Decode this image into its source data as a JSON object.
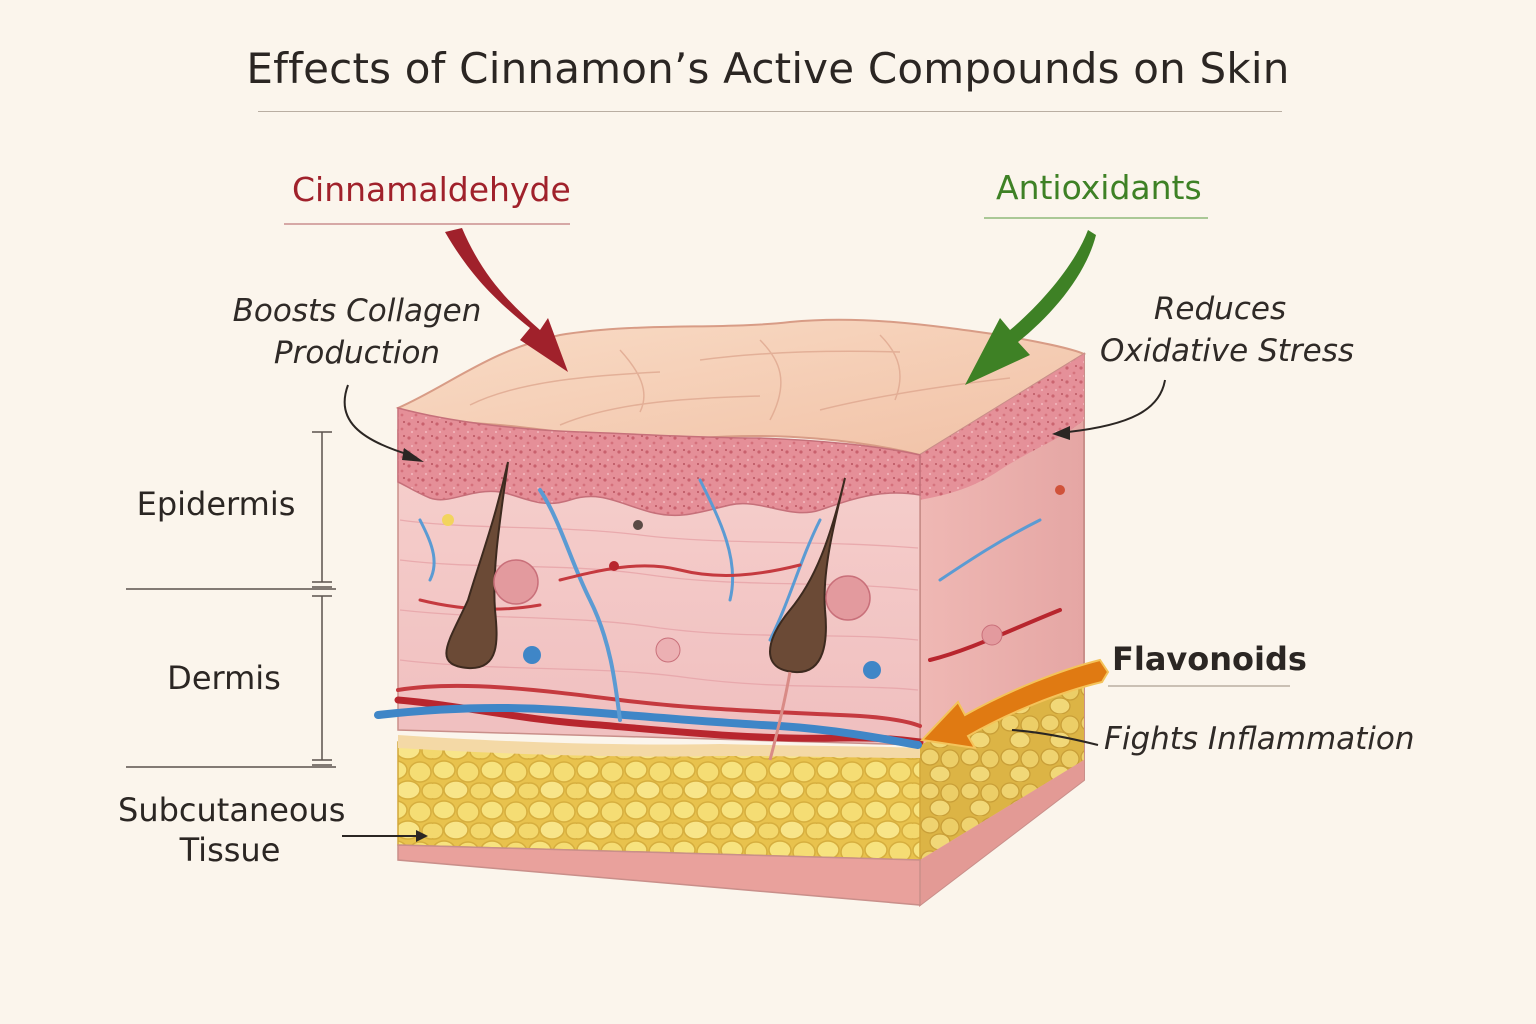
{
  "title": "Effects of Cinnamon’s Active Compounds on Skin",
  "compounds": {
    "cinnamaldehyde": {
      "name": "Cinnamaldehyde",
      "effect_line1": "Boosts Collagen",
      "effect_line2": "Production",
      "color": "#a0212b"
    },
    "antioxidants": {
      "name": "Antioxidants",
      "effect_line1": "Reduces",
      "effect_line2": "Oxidative Stress",
      "color": "#3e8125"
    },
    "flavonoids": {
      "name": "Flavonoids",
      "effect_line1": "Fights Inflammation",
      "color": "#e07a12"
    }
  },
  "layers": {
    "epidermis": "Epidermis",
    "dermis": "Dermis",
    "subcutaneous_line1": "Subcutaneous",
    "subcutaneous_line2": "Tissue"
  },
  "colors": {
    "background": "#fbf5ec",
    "skin_surface": "#f6cdb4",
    "epidermis_granular": "#e0868f",
    "dermis": "#f3c6c3",
    "fat": "#f3dc74",
    "hair_follicle": "#5a3a2a",
    "artery": "#b8262e",
    "vein": "#3f86c7"
  }
}
